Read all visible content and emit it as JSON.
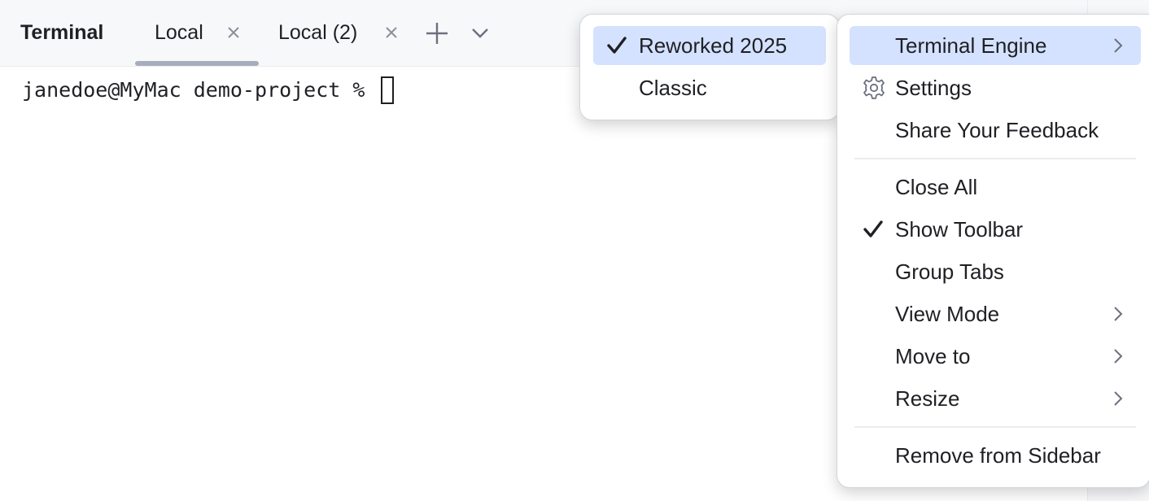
{
  "toolwindow": {
    "title": "Terminal"
  },
  "tabs": [
    {
      "label": "Local",
      "active": true
    },
    {
      "label": "Local (2)",
      "active": false
    }
  ],
  "toolbar": {
    "new_tab_icon": "plus-icon",
    "tabs_dropdown_icon": "chevron-down-icon"
  },
  "terminal": {
    "prompt": "janedoe@MyMac demo-project % "
  },
  "engine_submenu": {
    "items": [
      {
        "label": "Reworked 2025",
        "checked": true,
        "selected": true
      },
      {
        "label": "Classic",
        "checked": false,
        "selected": false
      }
    ]
  },
  "options_menu": {
    "items": [
      {
        "label": "Terminal Engine",
        "has_submenu": true,
        "selected": true
      },
      {
        "label": "Settings",
        "icon": "gear-icon"
      },
      {
        "label": "Share Your Feedback"
      },
      {
        "label": "Close All"
      },
      {
        "label": "Show Toolbar",
        "checked": true
      },
      {
        "label": "Group Tabs"
      },
      {
        "label": "View Mode",
        "has_submenu": true
      },
      {
        "label": "Move to",
        "has_submenu": true
      },
      {
        "label": "Resize",
        "has_submenu": true
      },
      {
        "label": "Remove from Sidebar"
      }
    ]
  },
  "colors": {
    "selection": "#d4e2ff",
    "toolbar_bg": "#f7f8fa",
    "text": "#1f2024",
    "tab_underline": "#a8adbd"
  }
}
